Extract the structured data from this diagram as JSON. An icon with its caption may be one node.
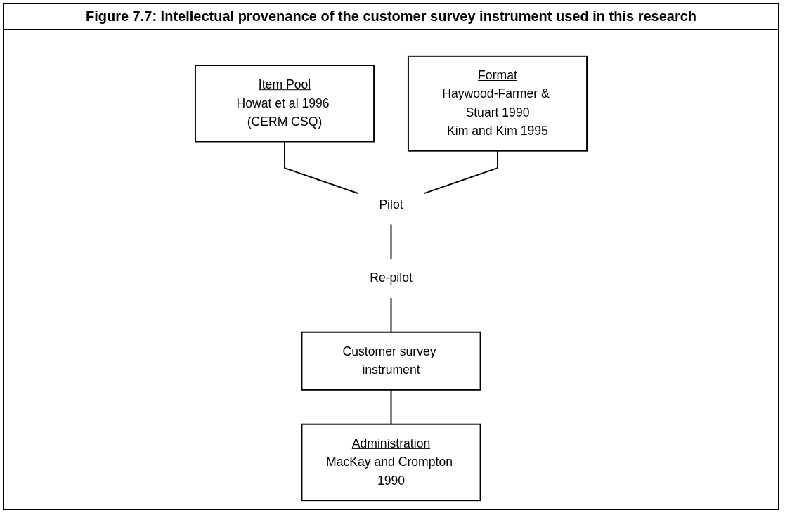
{
  "diagram": {
    "title": "Figure 7.7: Intellectual provenance of the customer survey instrument used in this research",
    "nodes": [
      {
        "text": [
          "Item Pool",
          "Howat et al 1996 (CERM CSQ)"
        ]
      },
      {
        "text": [
          "Format",
          "Haywood-Farmer & Stuart 1990",
          "Kim and Kim 1995"
        ]
      },
      {
        "text": [
          "Pilot"
        ]
      },
      {
        "text": [
          "Re-pilot"
        ]
      },
      {
        "text": [
          "Customer survey instrument"
        ]
      },
      {
        "text": [
          "Administration",
          "MacKay and Crompton 1990"
        ]
      }
    ],
    "edges": [
      {
        "from": 0,
        "to": 2,
        "arrow": "none"
      },
      {
        "from": 1,
        "to": 2,
        "arrow": "none"
      },
      {
        "from": 2,
        "to": 3,
        "arrow": "none"
      },
      {
        "from": 3,
        "to": 4,
        "arrow": "none"
      },
      {
        "from": 4,
        "to": 5,
        "arrow": "none"
      }
    ]
  }
}
